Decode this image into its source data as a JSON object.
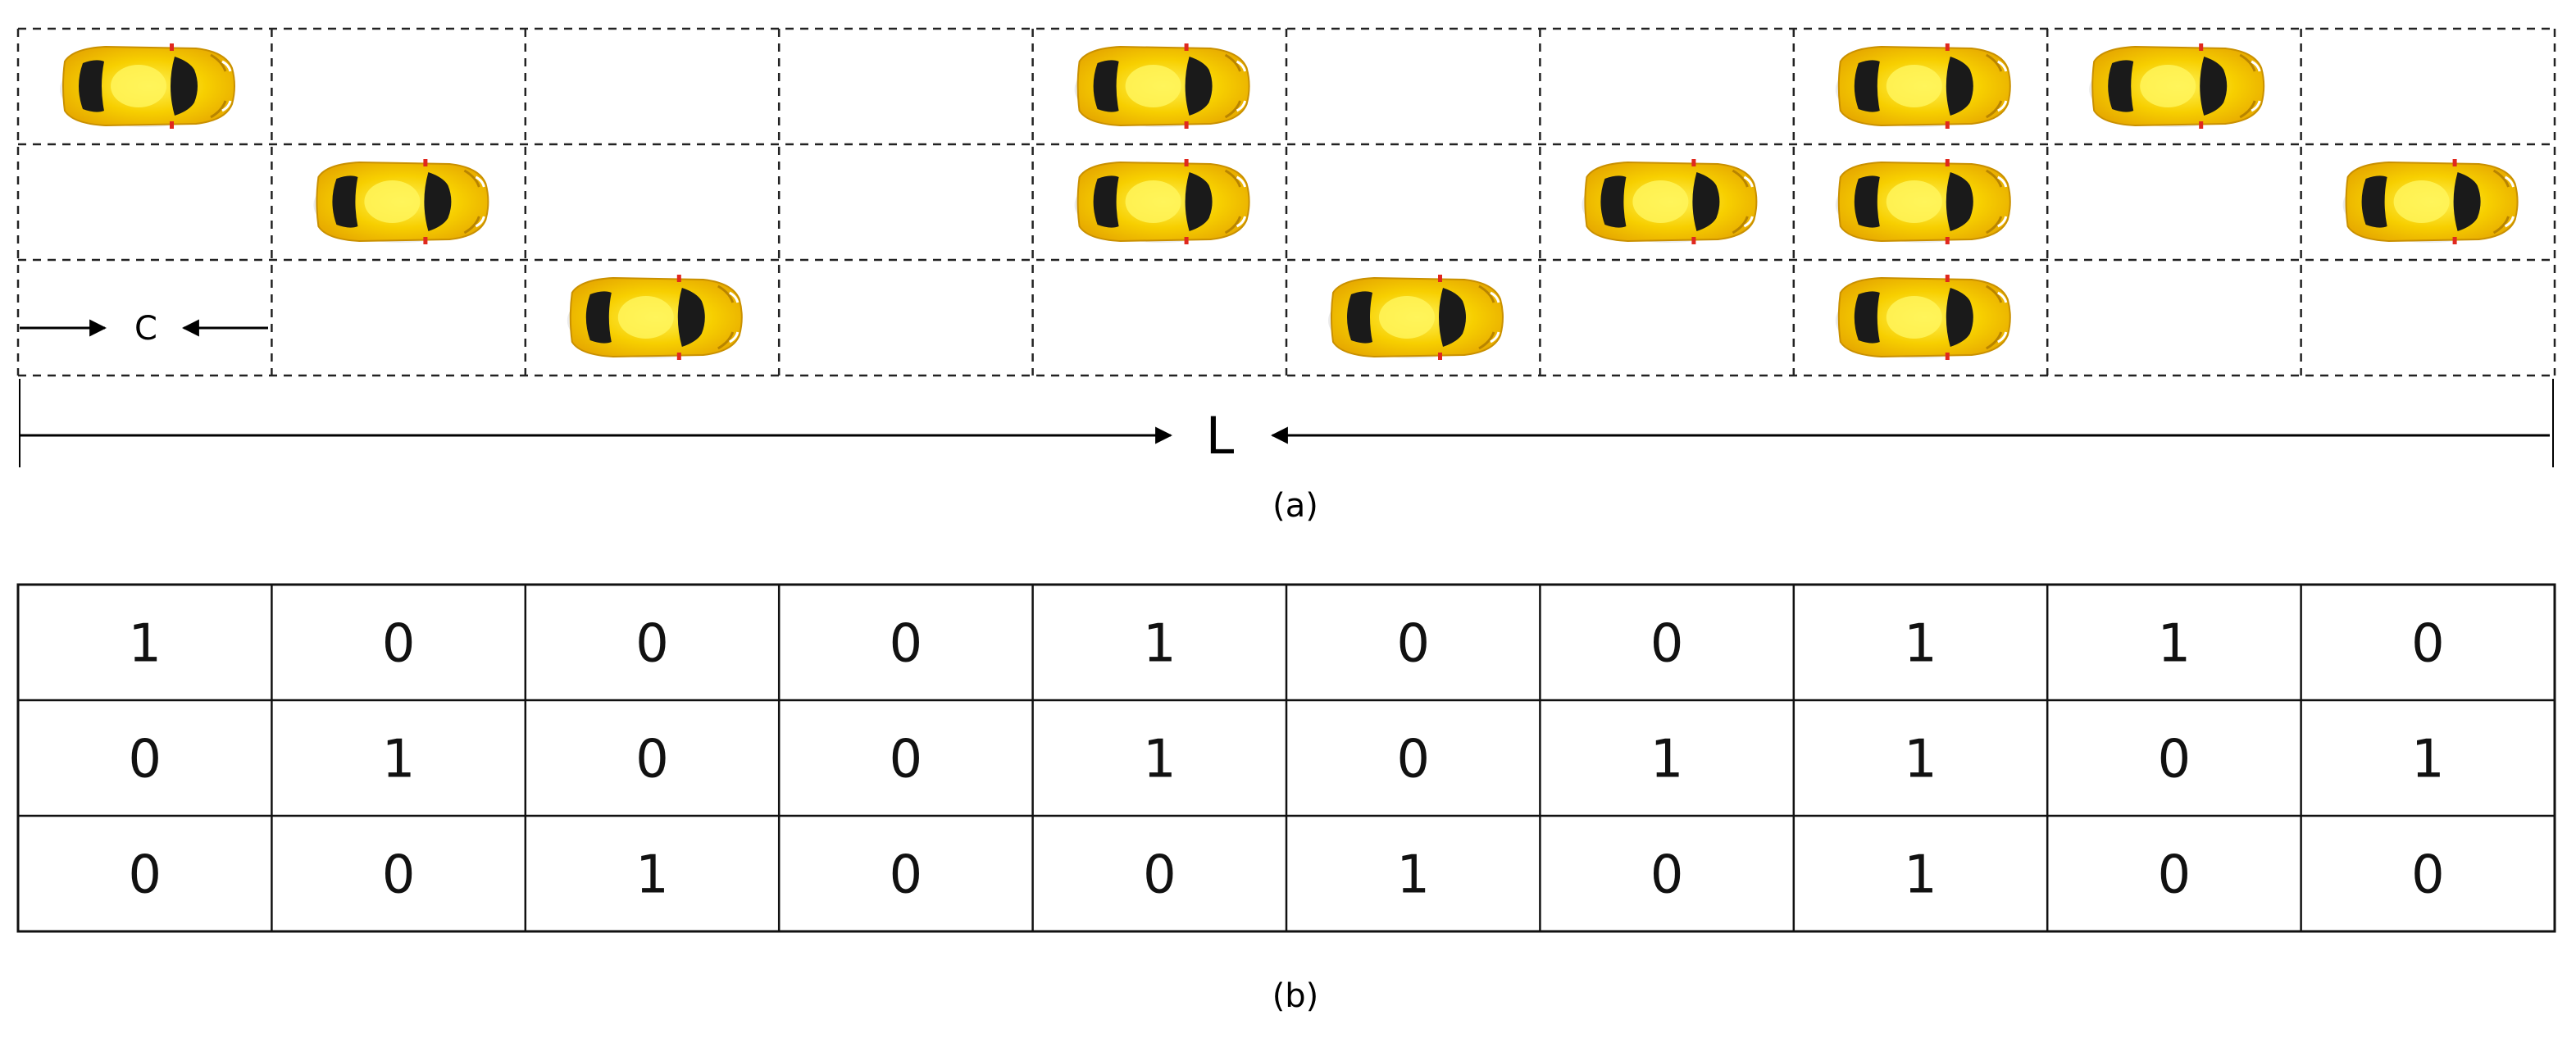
{
  "panel_a": {
    "caption": "(a)",
    "cell_width_label": "C",
    "lane_length_label": "L",
    "occupancy": [
      [
        1,
        0,
        0,
        0,
        1,
        0,
        0,
        1,
        1,
        0
      ],
      [
        0,
        1,
        0,
        0,
        1,
        0,
        1,
        1,
        0,
        1
      ],
      [
        0,
        0,
        1,
        0,
        0,
        1,
        0,
        1,
        0,
        0
      ]
    ],
    "car_icon": "yellow-sports-car-top-view",
    "colors": {
      "car_body": "#f5c400",
      "car_highlight": "#fff04a",
      "car_glass": "#1a1a1a",
      "accent": "#e0281e"
    }
  },
  "panel_b": {
    "caption": "(b)",
    "matrix": [
      [
        "1",
        "0",
        "0",
        "0",
        "1",
        "0",
        "0",
        "1",
        "1",
        "0"
      ],
      [
        "0",
        "1",
        "0",
        "0",
        "1",
        "0",
        "1",
        "1",
        "0",
        "1"
      ],
      [
        "0",
        "0",
        "1",
        "0",
        "0",
        "1",
        "0",
        "1",
        "0",
        "0"
      ]
    ]
  }
}
